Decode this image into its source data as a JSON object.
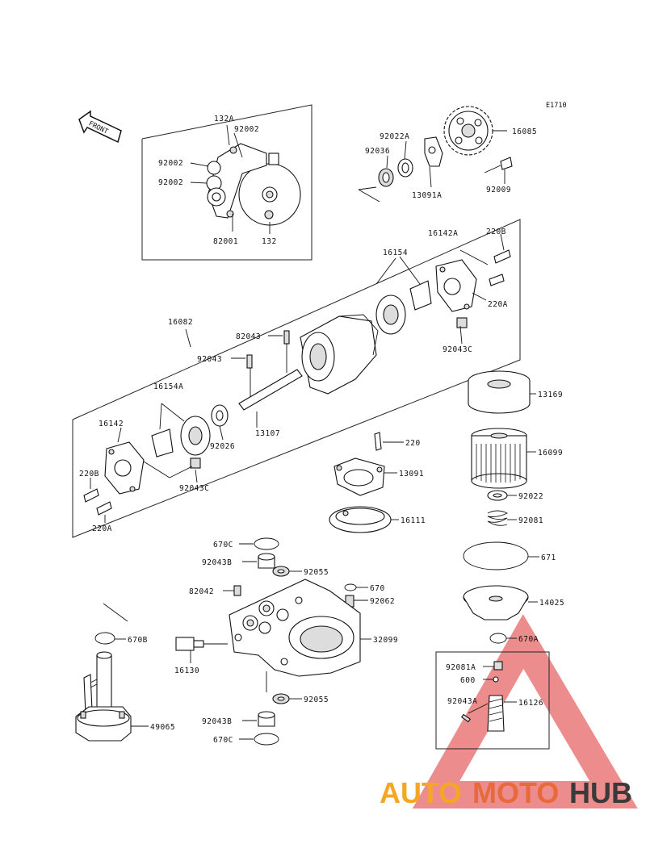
{
  "diagram": {
    "ref_code": "E1710",
    "front_label": "FRONT",
    "part_numbers": {
      "p132A": "132A",
      "p92002a": "92002",
      "p92002b": "92002",
      "p92002c": "92002",
      "p82001": "82001",
      "p132": "132",
      "p92022A": "92022A",
      "p92036": "92036",
      "p13091A": "13091A",
      "p16085": "16085",
      "p92009": "92009",
      "p16142A": "16142A",
      "p220B_top": "220B",
      "p16154": "16154",
      "p220A_top": "220A",
      "p92043C_top": "92043C",
      "p16082": "16082",
      "p82043": "82043",
      "p92043": "92043",
      "p16154A": "16154A",
      "p13107": "13107",
      "p16142": "16142",
      "p92026": "92026",
      "p220B_bot": "220B",
      "p220A_bot": "220A",
      "p92043C_bot": "92043C",
      "p13169": "13169",
      "p220": "220",
      "p16099": "16099",
      "p13091": "13091",
      "p92022": "92022",
      "p16111": "16111",
      "p92081": "92081",
      "p670C_top": "670C",
      "p671": "671",
      "p92043B_top": "92043B",
      "p92055_top": "92055",
      "p82042": "82042",
      "p670": "670",
      "p92062": "92062",
      "p14025": "14025",
      "p670B": "670B",
      "p32099": "32099",
      "p670A": "670A",
      "p16130": "16130",
      "p92081A": "92081A",
      "p600": "600",
      "p92043A": "92043A",
      "p16126": "16126",
      "p92055_bot": "92055",
      "p49065": "49065",
      "p92043B_bot": "92043B",
      "p670C_bot": "670C"
    }
  },
  "watermark": {
    "text_auto": "AUTO",
    "text_moto": "MOTO",
    "text_hub": "HUB",
    "color_auto": "#f5a623",
    "color_moto": "#e86a3a",
    "color_hub": "#3a3a3a",
    "color_triangle": "#e03030"
  }
}
